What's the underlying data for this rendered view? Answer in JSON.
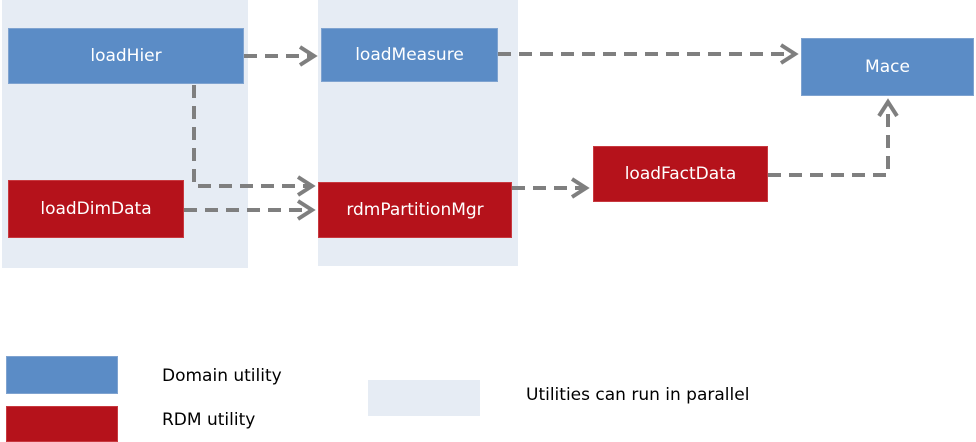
{
  "nodes": {
    "load_hier": "loadHier",
    "load_measure": "loadMeasure",
    "mace": "Mace",
    "load_dim_data": "loadDimData",
    "rdm_partition_mgr": "rdmPartitionMgr",
    "load_fact_data": "loadFactData"
  },
  "legend": {
    "domain_utility": "Domain utility",
    "rdm_utility": "RDM utility",
    "parallel": "Utilities can run in parallel"
  },
  "colors": {
    "domain_utility": "#5b8cc6",
    "rdm_utility": "#b5121b",
    "parallel_group": "#e6ecf4",
    "arrow": "#7f7f7f"
  },
  "edges": [
    {
      "from": "loadHier",
      "to": "loadMeasure"
    },
    {
      "from": "loadHier",
      "to": "rdmPartitionMgr"
    },
    {
      "from": "loadDimData",
      "to": "rdmPartitionMgr"
    },
    {
      "from": "loadMeasure",
      "to": "Mace"
    },
    {
      "from": "rdmPartitionMgr",
      "to": "loadFactData"
    },
    {
      "from": "loadFactData",
      "to": "Mace"
    }
  ]
}
